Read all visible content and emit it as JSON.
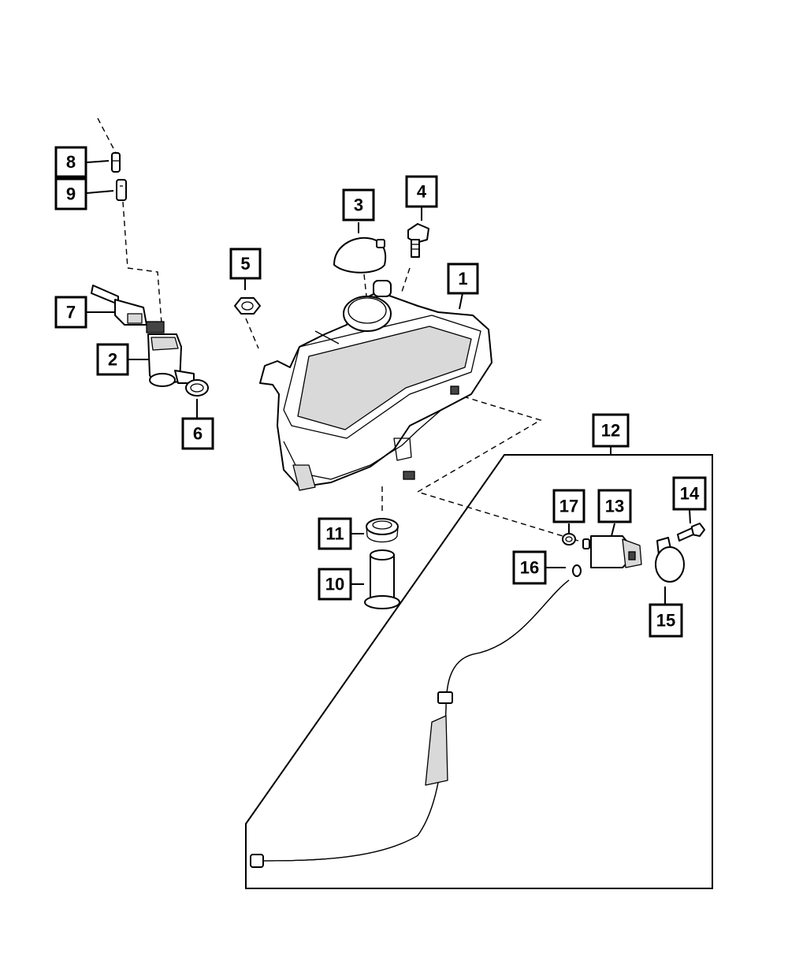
{
  "callouts": [
    {
      "id": "1",
      "label": "1"
    },
    {
      "id": "2",
      "label": "2"
    },
    {
      "id": "3",
      "label": "3"
    },
    {
      "id": "4",
      "label": "4"
    },
    {
      "id": "5",
      "label": "5"
    },
    {
      "id": "6",
      "label": "6"
    },
    {
      "id": "7",
      "label": "7"
    },
    {
      "id": "8",
      "label": "8"
    },
    {
      "id": "9",
      "label": "9"
    },
    {
      "id": "10",
      "label": "10"
    },
    {
      "id": "11",
      "label": "11"
    },
    {
      "id": "12",
      "label": "12"
    },
    {
      "id": "13",
      "label": "13"
    },
    {
      "id": "14",
      "label": "14"
    },
    {
      "id": "15",
      "label": "15"
    },
    {
      "id": "16",
      "label": "16"
    },
    {
      "id": "17",
      "label": "17"
    }
  ],
  "colors": {
    "line": "#000000",
    "background": "#ffffff",
    "shade": "#d9d9d9"
  }
}
